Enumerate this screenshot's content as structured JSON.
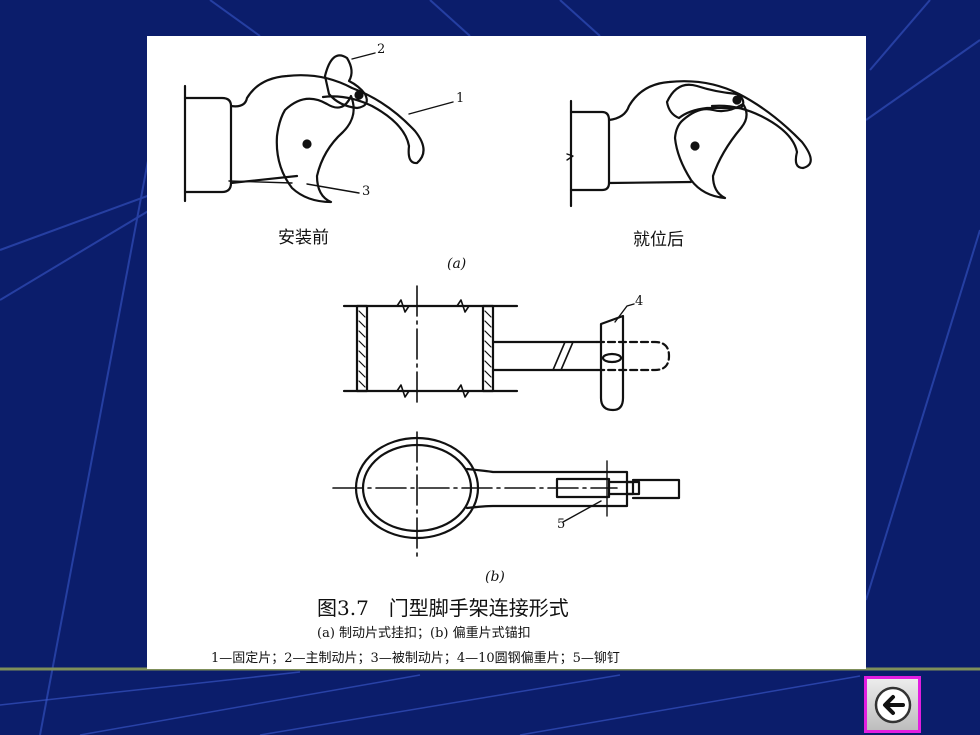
{
  "figure": {
    "labels": {
      "before": "安装前",
      "after": "就位后",
      "sub_a": "(a)",
      "sub_b": "(b)"
    },
    "part_numbers": [
      "1",
      "2",
      "3",
      "4",
      "5"
    ],
    "title": "图3.7　门型脚手架连接形式",
    "caption_line1": "(a) 制动片式挂扣；(b) 偏重片式锚扣",
    "caption_line2": "1—固定片；2—主制动片；3—被制动片；4—10圆钢偏重片；5—铆钉"
  },
  "colors": {
    "background": "#0b1d6b",
    "panel": "#ffffff",
    "ink": "#111111",
    "button_border": "#e21ee0",
    "rule": "#7f8f5a"
  },
  "icons": {
    "back": "back-arrow-icon"
  }
}
